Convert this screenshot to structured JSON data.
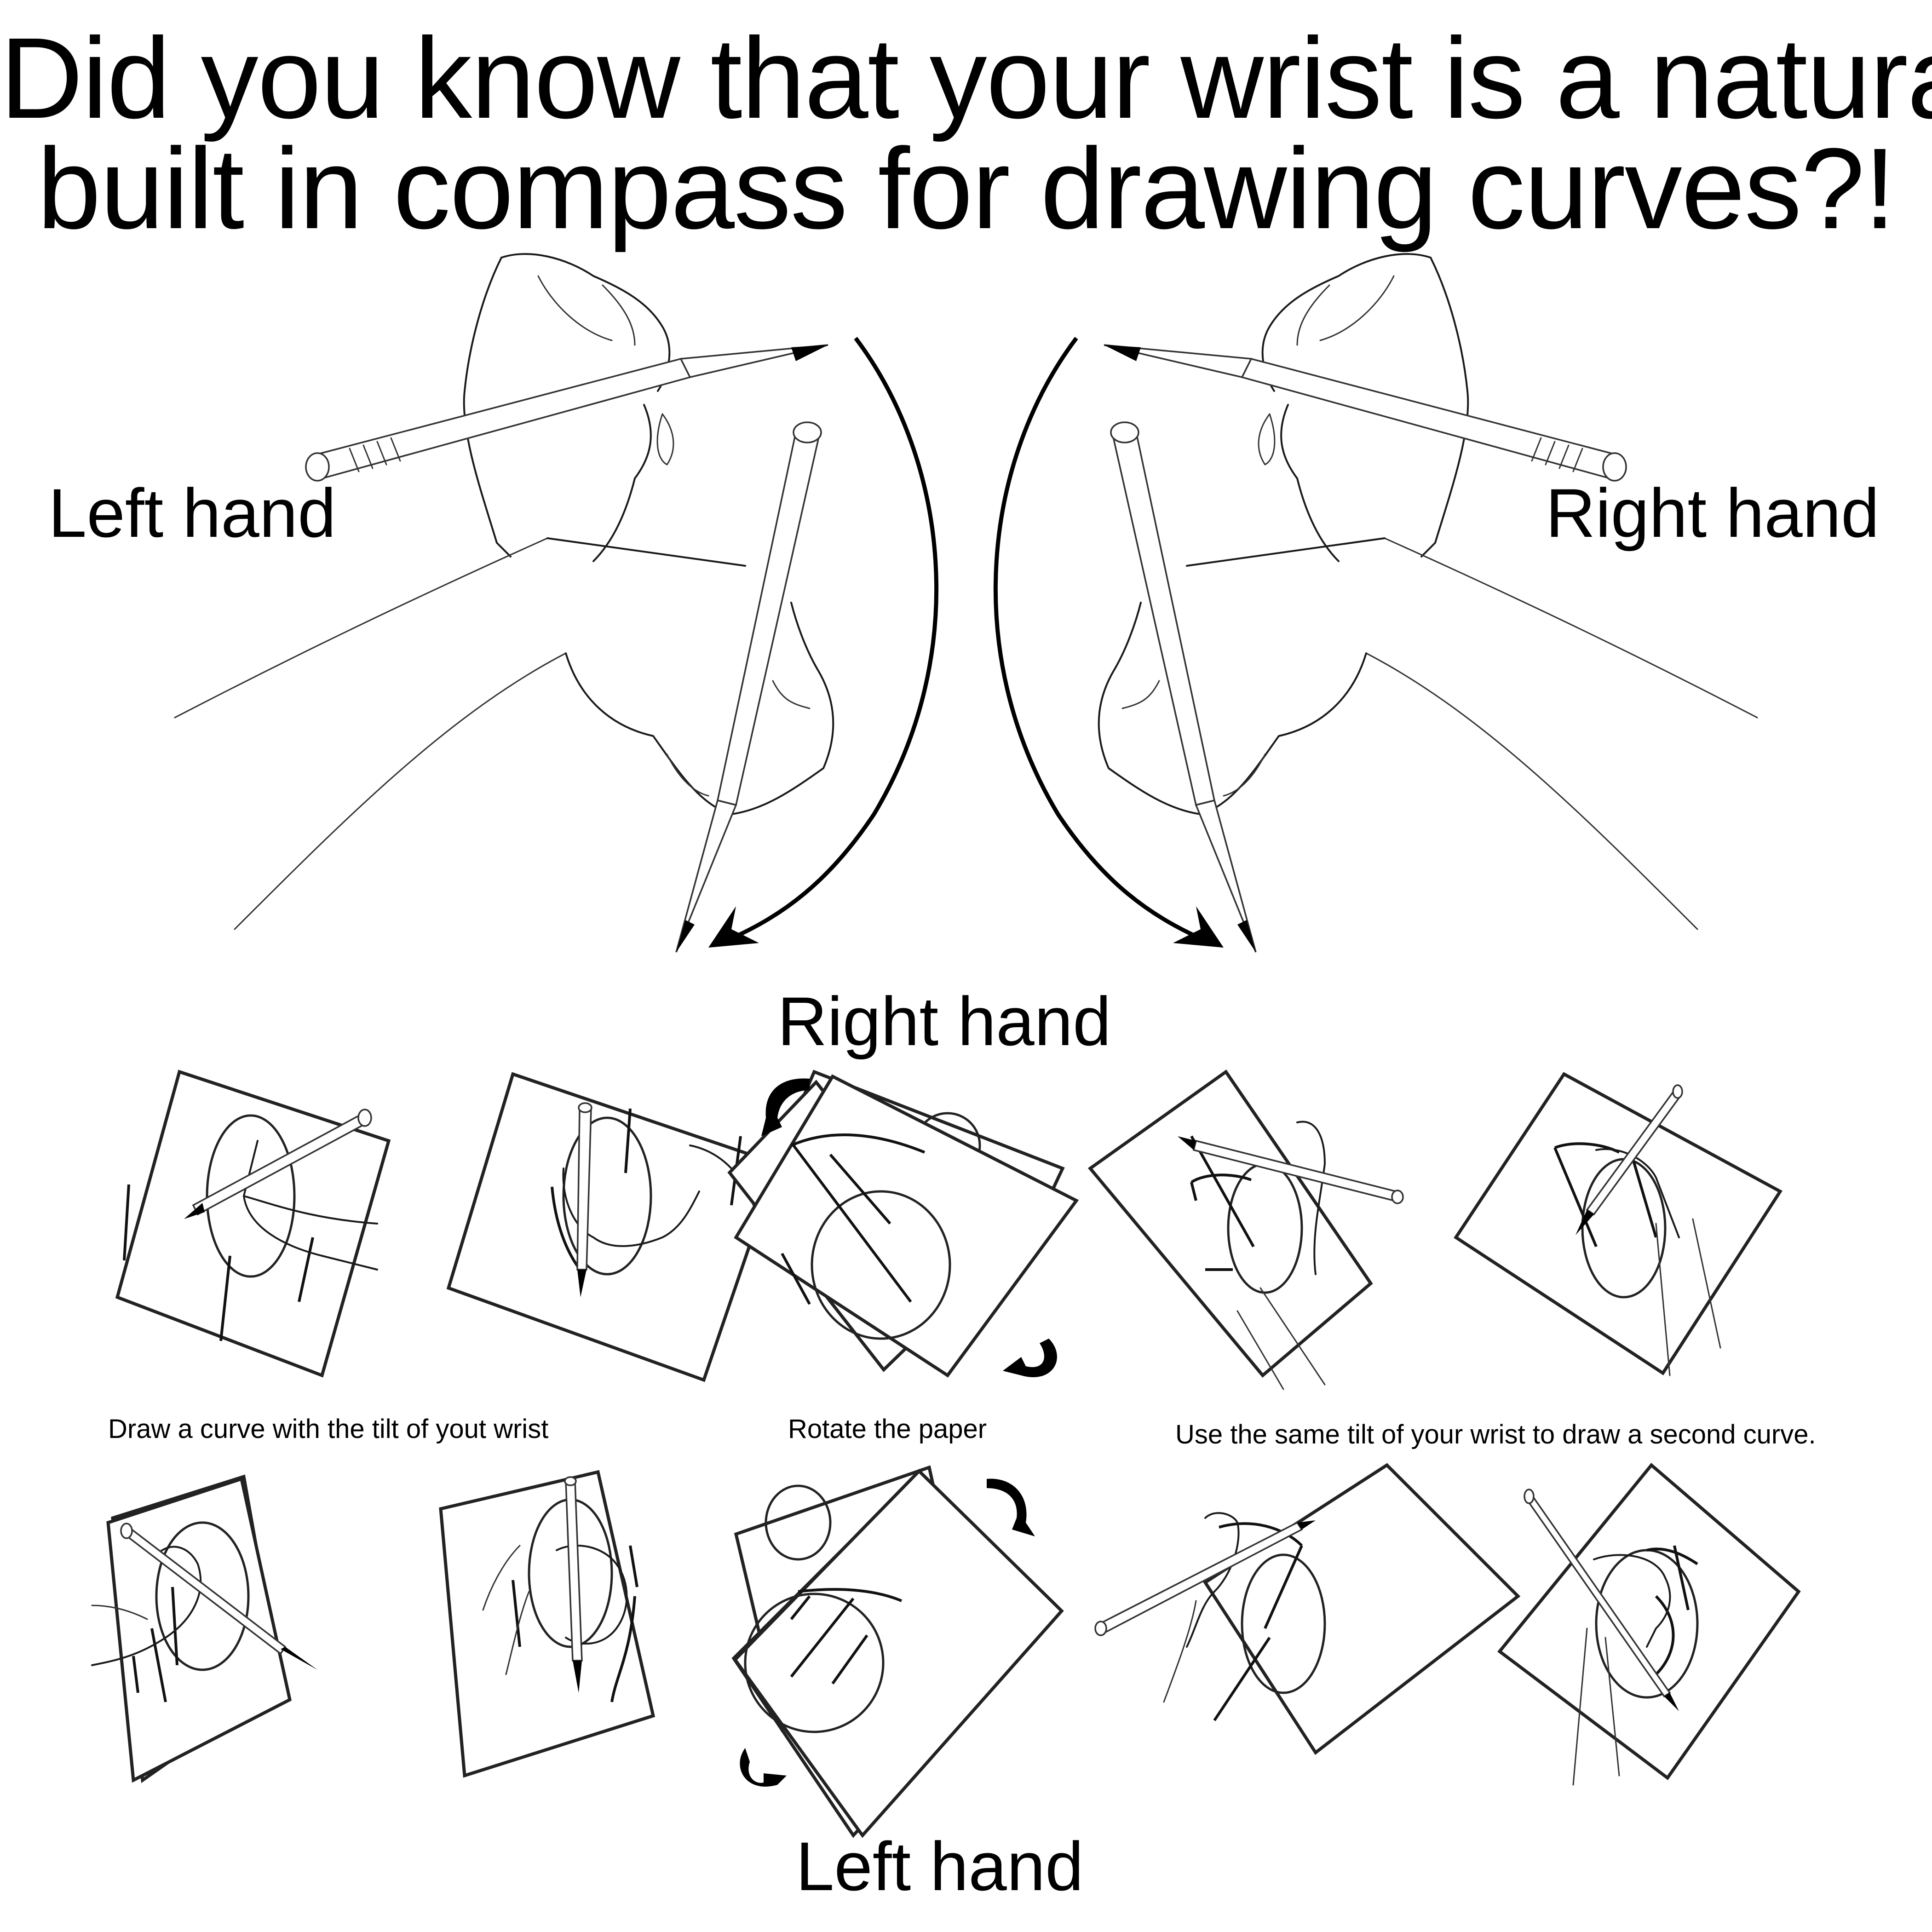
{
  "title": {
    "line1": "Did you know that your wrist is a natural",
    "line2": "built in compass for drawing curves?!"
  },
  "hero": {
    "left_label": "Left hand",
    "right_label": "Right hand",
    "left_illustration": "left-hand-wrist-rotation",
    "right_illustration": "right-hand-wrist-rotation"
  },
  "section_labels": {
    "top": "Right hand",
    "bottom": "Left hand"
  },
  "captions": {
    "step1": "Draw a curve with the tilt of yout wrist",
    "step2": "Rotate the paper",
    "step3": "Use the same tilt of your wrist to draw a second curve."
  },
  "rows": [
    {
      "hand": "Right hand",
      "panels": [
        {
          "step": "draw-first-curve-start",
          "icon": "hand-pencil-on-paper"
        },
        {
          "step": "draw-first-curve-end",
          "icon": "hand-pencil-on-paper"
        },
        {
          "step": "rotate-paper",
          "icon": "rotate-arrows"
        },
        {
          "step": "draw-second-curve-start",
          "icon": "hand-pencil-on-paper"
        },
        {
          "step": "draw-second-curve-end",
          "icon": "hand-pencil-on-paper"
        }
      ]
    },
    {
      "hand": "Left hand",
      "panels": [
        {
          "step": "draw-first-curve-start",
          "icon": "hand-pencil-on-paper"
        },
        {
          "step": "draw-first-curve-end",
          "icon": "hand-pencil-on-paper"
        },
        {
          "step": "rotate-paper",
          "icon": "rotate-arrows"
        },
        {
          "step": "draw-second-curve-start",
          "icon": "hand-pencil-on-paper"
        },
        {
          "step": "draw-second-curve-end",
          "icon": "hand-pencil-on-paper"
        }
      ]
    }
  ],
  "colors": {
    "ink": "#000000",
    "line": "#222222",
    "background": "#ffffff"
  }
}
